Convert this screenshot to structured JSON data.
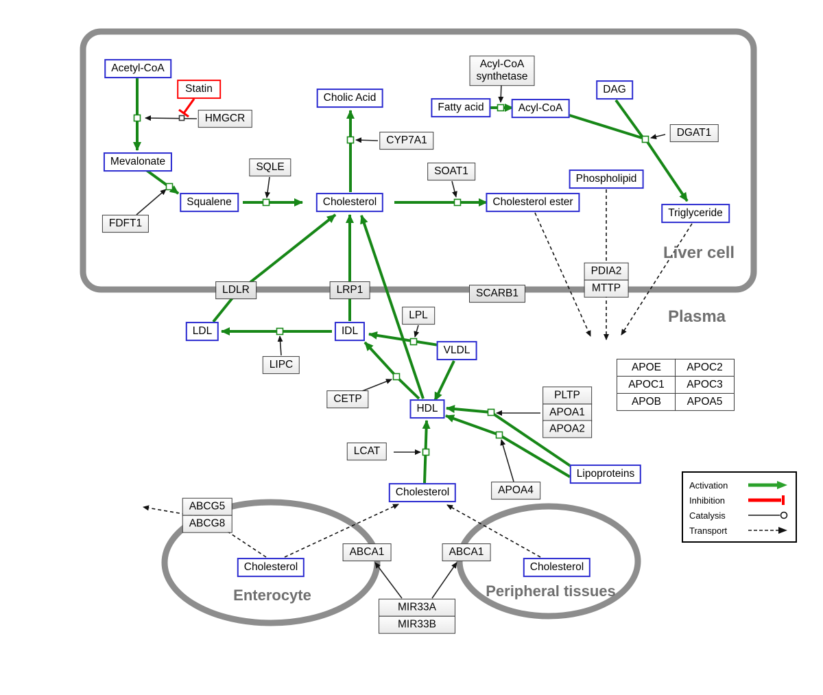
{
  "regions": {
    "liver_cell": {
      "label": "Liver cell"
    },
    "plasma": {
      "label": "Plasma"
    },
    "enterocyte": {
      "label": "Enterocyte"
    },
    "peripheral_tissues": {
      "label": "Peripheral tissues"
    }
  },
  "metabolites": {
    "acetyl_coa": "Acetyl-CoA",
    "mevalonate": "Mevalonate",
    "squalene": "Squalene",
    "cholic_acid": "Cholic Acid",
    "cholesterol_liver": "Cholesterol",
    "fatty_acid": "Fatty acid",
    "acyl_coa": "Acyl-CoA",
    "dag": "DAG",
    "phospholipid": "Phospholipid",
    "cholesterol_ester": "Cholesterol ester",
    "triglyceride": "Triglyceride",
    "ldl": "LDL",
    "idl": "IDL",
    "vldl": "VLDL",
    "hdl": "HDL",
    "cholesterol_plasma": "Cholesterol",
    "cholesterol_enterocyte": "Cholesterol",
    "cholesterol_peripheral": "Cholesterol",
    "lipoproteins": "Lipoproteins"
  },
  "drug": {
    "statin": "Statin"
  },
  "enzymes": {
    "hmgcr": "HMGCR",
    "sqle": "SQLE",
    "fdft1": "FDFT1",
    "cyp7a1": "CYP7A1",
    "soat1": "SOAT1",
    "acs_line1": "Acyl-CoA",
    "acs_line2": "synthetase",
    "dgat1": "DGAT1",
    "pdia2": "PDIA2",
    "mttp": "MTTP",
    "ldlr": "LDLR",
    "lrp1": "LRP1",
    "scarb1": "SCARB1",
    "lpl": "LPL",
    "lipc": "LIPC",
    "cetp": "CETP",
    "lcat": "LCAT",
    "pltp": "PLTP",
    "apoa1": "APOA1",
    "apoa2": "APOA2",
    "apoa4": "APOA4",
    "abcg5": "ABCG5",
    "abcg8": "ABCG8",
    "abca1_left": "ABCA1",
    "abca1_right": "ABCA1",
    "mir33a": "MIR33A",
    "mir33b": "MIR33B"
  },
  "apo_table": {
    "rows": [
      [
        "APOE",
        "APOC2"
      ],
      [
        "APOC1",
        "APOC3"
      ],
      [
        "APOB",
        "APOA5"
      ]
    ]
  },
  "legend": {
    "activation": "Activation",
    "inhibition": "Inhibition",
    "catalysis": "Catalysis",
    "transport": "Transport"
  },
  "colors": {
    "activation_green": "#178717",
    "inhibition_red": "#ff0000",
    "metabolite_border_blue": "#2a2ad0",
    "enzyme_border_gray": "#3a3a3a",
    "membrane_gray": "#8d8d8d",
    "region_label_gray": "#6f6f6f"
  }
}
